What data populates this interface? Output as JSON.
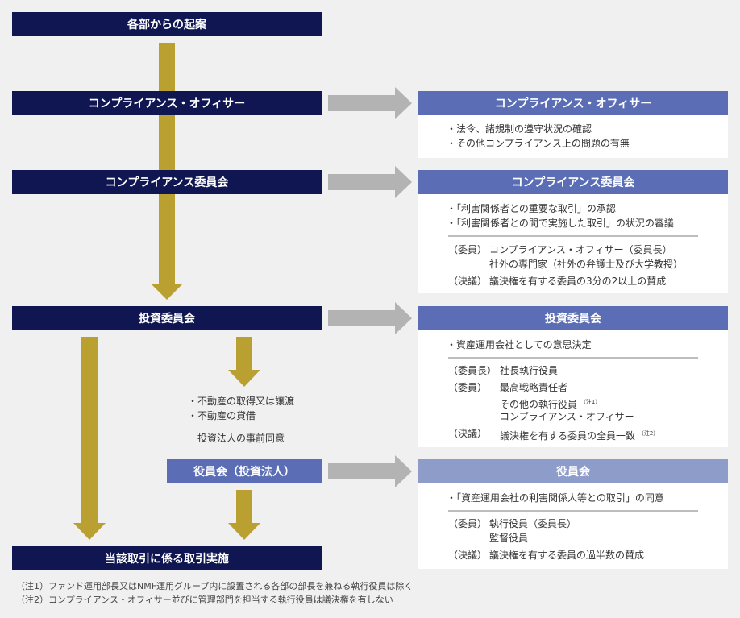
{
  "left": {
    "proposal": "各部からの起案",
    "co": "コンプライアンス・オフィサー",
    "cc": "コンプライアンス委員会",
    "ic": "投資委員会",
    "board": "役員会（投資法人）",
    "final": "当該取引に係る取引実施",
    "mid_item1": "・不動産の取得又は譲渡",
    "mid_item2": "・不動産の貸借",
    "mid_consent": "投資法人の事前同意"
  },
  "co_panel": {
    "title": "コンプライアンス・オフィサー",
    "items": [
      "・法令、諸規制の遵守状況の確認",
      "・その他コンプライアンス上の問題の有無"
    ]
  },
  "cc_panel": {
    "title": "コンプライアンス委員会",
    "items": [
      "・「利害関係者との重要な取引」の承認",
      "・「利害関係者との間で実施した取引」の状況の審議"
    ],
    "members_label": "（委員）",
    "members": [
      "コンプライアンス・オフィサー（委員長）",
      "社外の専門家（社外の弁護士及び大学教授）"
    ],
    "resolution_label": "（決議）",
    "resolution": "議決権を有する委員の3分の2以上の賛成"
  },
  "ic_panel": {
    "title": "投資委員会",
    "items": [
      "・資産運用会社としての意思決定"
    ],
    "chair_label": "（委員長）",
    "chair": "社長執行役員",
    "members_label": "（委員）",
    "members": [
      "最高戦略責任者",
      "その他の執行役員",
      "コンプライアンス・オフィサー"
    ],
    "note1_mark": "（注1）",
    "resolution_label": "（決議）",
    "resolution": "議決権を有する委員の全員一致",
    "note2_mark": "（注2）"
  },
  "board_panel": {
    "title": "役員会",
    "items": [
      "・「資産運用会社の利害関係人等との取引」の同意"
    ],
    "members_label": "（委員）",
    "members": [
      "執行役員（委員長）",
      "監督役員"
    ],
    "resolution_label": "（決議）",
    "resolution": "議決権を有する委員の過半数の賛成"
  },
  "notes": [
    "（注1）ファンド運用部長又はNMF運用グループ内に設置される各部の部長を兼ねる執行役員は除く",
    "（注2）コンプライアンス・オフィサー並びに管理部門を担当する執行役員は議決権を有しない"
  ],
  "colors": {
    "navy": "#0f1652",
    "blue": "#5b6eb5",
    "light_blue": "#8d9cc9",
    "gold": "#b9a030",
    "gray_arrow": "#b3b3b3"
  }
}
